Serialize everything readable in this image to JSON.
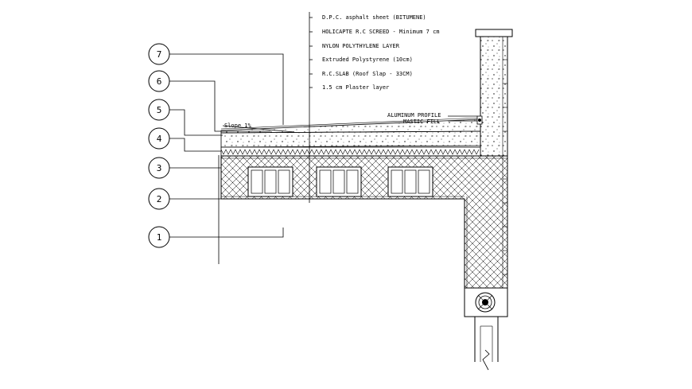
{
  "callouts": [
    {
      "number": "1"
    },
    {
      "number": "2"
    },
    {
      "number": "3"
    },
    {
      "number": "4"
    },
    {
      "number": "5"
    },
    {
      "number": "6"
    },
    {
      "number": "7"
    }
  ],
  "layer_labels": [
    "D.P.C. asphalt sheet (BITUMENE)",
    "HOLICAPTE R.C SCREED - Minimum 7 cm",
    "NYLON POLYTHYLENE LAYER",
    "Extruded Polystyrene (10cm)",
    "R.C.SLAB (Roof Slap - 33CM)",
    "1.5 cm Plaster layer"
  ],
  "annotations": {
    "aluminum_profile": "ALUMINUM PROFILE",
    "mastic_fill": "MASTIC FILL",
    "slope": "Slope 1%"
  }
}
